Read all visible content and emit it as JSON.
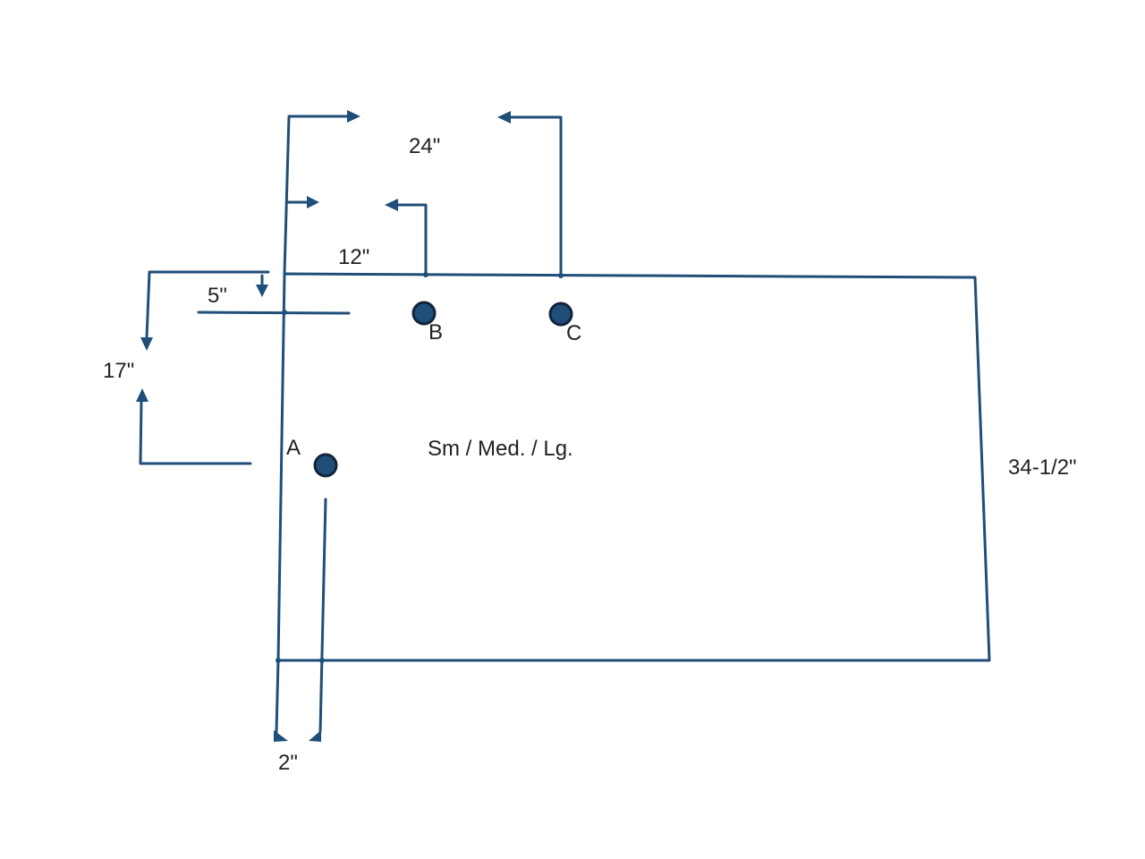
{
  "diagram": {
    "center_label": "Sm / Med. / Lg.",
    "right_dimension": "34-1/2\"",
    "dimensions": {
      "top_outer": "24\"",
      "top_inner": "12\"",
      "left_small": "5\"",
      "left_large": "17\"",
      "bottom": "2\""
    },
    "points": {
      "a": "A",
      "b": "B",
      "c": "C"
    },
    "colors": {
      "line": "#1f4e79",
      "hole": "#1f4e79",
      "text": "#222222"
    }
  }
}
